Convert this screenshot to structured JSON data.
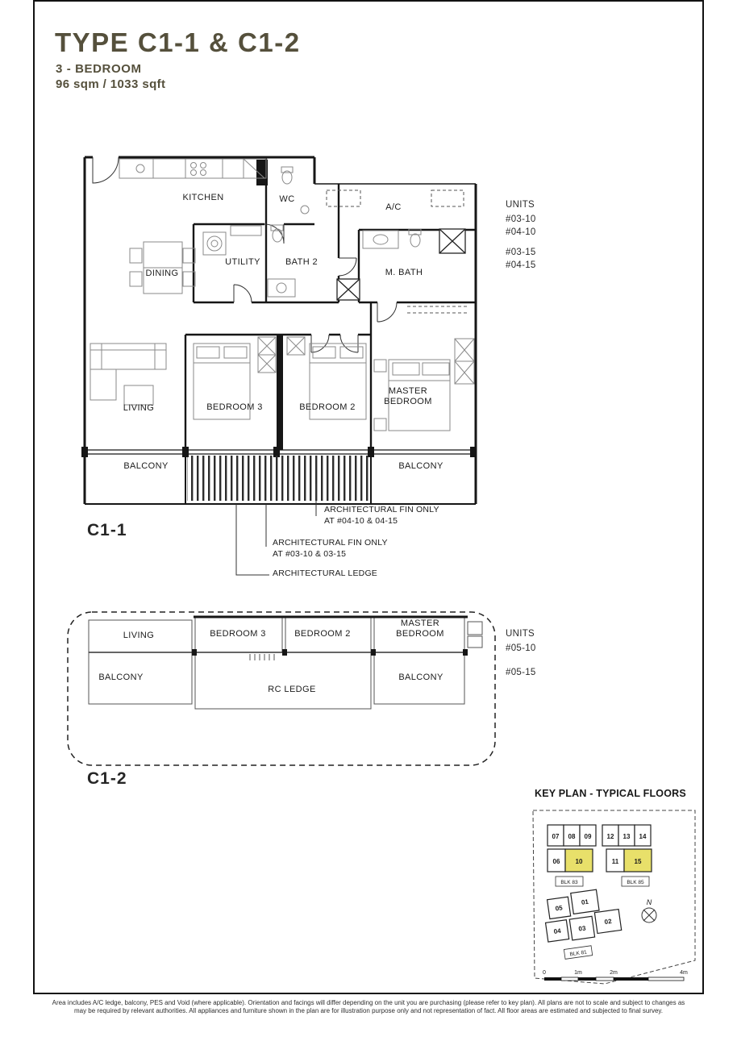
{
  "page": {
    "title": "TYPE C1-1 & C1-2",
    "subtitle": "3 - BEDROOM",
    "area": "96 sqm / 1033 sqft"
  },
  "plan1": {
    "name": "C1-1",
    "rooms": {
      "kitchen": "KITCHEN",
      "wc": "WC",
      "ac": "A/C",
      "utility": "UTILITY",
      "bath2": "BATH 2",
      "mbath": "M. BATH",
      "dining": "DINING",
      "living": "LIVING",
      "bedroom3": "BEDROOM 3",
      "bedroom2": "BEDROOM 2",
      "master": "MASTER BEDROOM",
      "balcony_left": "BALCONY",
      "balcony_right": "BALCONY"
    },
    "units": {
      "label": "UNITS",
      "group1": [
        "#03-10",
        "#04-10"
      ],
      "group2": [
        "#03-15",
        "#04-15"
      ]
    },
    "annotations": {
      "fin_a_1": "ARCHITECTURAL FIN ONLY",
      "fin_a_2": "AT #04-10 & 04-15",
      "fin_b_1": "ARCHITECTURAL FIN ONLY",
      "fin_b_2": "AT #03-10 & 03-15",
      "ledge": "ARCHITECTURAL LEDGE"
    }
  },
  "plan2": {
    "name": "C1-2",
    "rooms": {
      "living": "LIVING",
      "bedroom3": "BEDROOM 3",
      "bedroom2": "BEDROOM 2",
      "master": "MASTER BEDROOM",
      "balcony_left": "BALCONY",
      "rc_ledge": "RC LEDGE",
      "balcony_right": "BALCONY"
    },
    "units": {
      "label": "UNITS",
      "group1": [
        "#05-10"
      ],
      "group2": [
        "#05-15"
      ]
    }
  },
  "keyplan": {
    "title": "KEY PLAN - TYPICAL FLOORS",
    "row1_left": [
      "07",
      "08",
      "09"
    ],
    "row1_right": [
      "12",
      "13",
      "14"
    ],
    "row2_left": [
      "06",
      "10"
    ],
    "row2_right": [
      "11",
      "15"
    ],
    "highlighted_units": [
      "10",
      "15"
    ],
    "blk_left": "BLK 83",
    "blk_right": "BLK 85",
    "lower": [
      "05",
      "01",
      "04",
      "03",
      "02"
    ],
    "blk_lower": "BLK 81",
    "compass": "N",
    "scale": [
      "0",
      "1m",
      "2m",
      "4m"
    ]
  },
  "footer": {
    "line1": "Area includes A/C ledge, balcony, PES and Void (where applicable). Orientation and facings will differ depending on the unit you are purchasing (please refer to key plan). All plans are not to scale and subject to changes as",
    "line2": "may be required by relevant authorities. All appliances and furniture shown in the plan are for illustration purpose only and not representation of fact. All floor areas are estimated and subjected to final survey."
  },
  "colors": {
    "accent": "#55503C",
    "highlight": "#E8E06A"
  }
}
